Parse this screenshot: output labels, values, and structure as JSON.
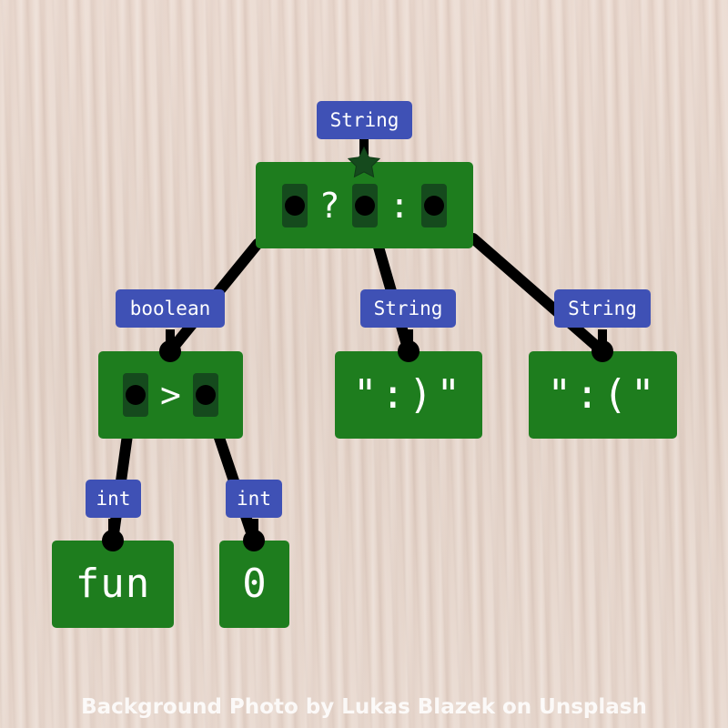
{
  "root": {
    "type_tag": "String",
    "operator_1": "?",
    "operator_2": ":"
  },
  "condition": {
    "type_tag": "boolean",
    "operator": ">"
  },
  "then_branch": {
    "type_tag": "String",
    "literal": "\":)\""
  },
  "else_branch": {
    "type_tag": "String",
    "literal": "\":(\""
  },
  "left_operand": {
    "type_tag": "int",
    "literal": "fun"
  },
  "right_operand": {
    "type_tag": "int",
    "literal": "0"
  },
  "caption": "Background Photo by Lukas Blazek on Unsplash",
  "colors": {
    "block": "#1e7d1e",
    "slot": "#154a1d",
    "type_tag": "#3f51b5",
    "root_marker": "#154a1d",
    "connector": "#000000"
  },
  "icons": {
    "root_marker": "star-icon",
    "socket": "socket-dot-icon"
  }
}
